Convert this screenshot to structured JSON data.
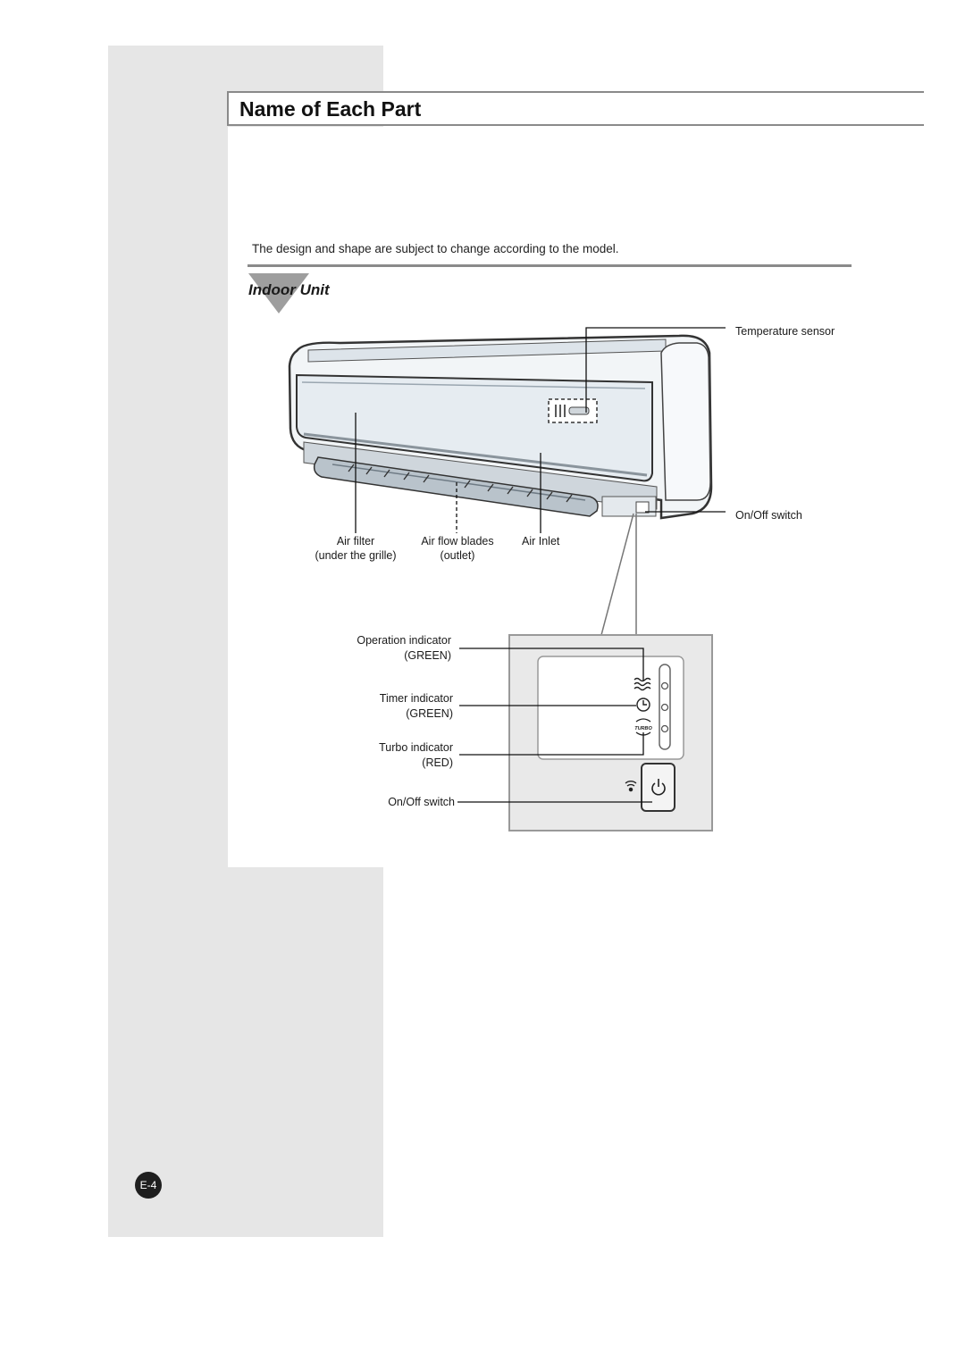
{
  "header": {
    "title": "Name of Each Part"
  },
  "note": "The design and shape are subject to change according to the model.",
  "section": {
    "heading": "Indoor Unit"
  },
  "unit_labels": {
    "temperature_sensor": "Temperature sensor",
    "onoff_switch": "On/Off switch",
    "air_filter": {
      "line1": "Air filter",
      "line2": "(under the grille)"
    },
    "air_flow_blades": {
      "line1": "Air flow blades",
      "line2": "(outlet)"
    },
    "air_inlet": "Air Inlet"
  },
  "panel_labels": {
    "operation": {
      "name": "Operation indicator",
      "color": "(GREEN)"
    },
    "timer": {
      "name": "Timer indicator",
      "color": "(GREEN)"
    },
    "turbo": {
      "name": "Turbo indicator",
      "color": "(RED)"
    },
    "onoff": "On/Off switch",
    "turbo_icon_text": "TURBO"
  },
  "footer": {
    "page_number": "E-4"
  },
  "colors": {
    "side_panel": "#e6e6e6",
    "rule": "#8a8a8a",
    "marker": "#9e9e9e"
  }
}
